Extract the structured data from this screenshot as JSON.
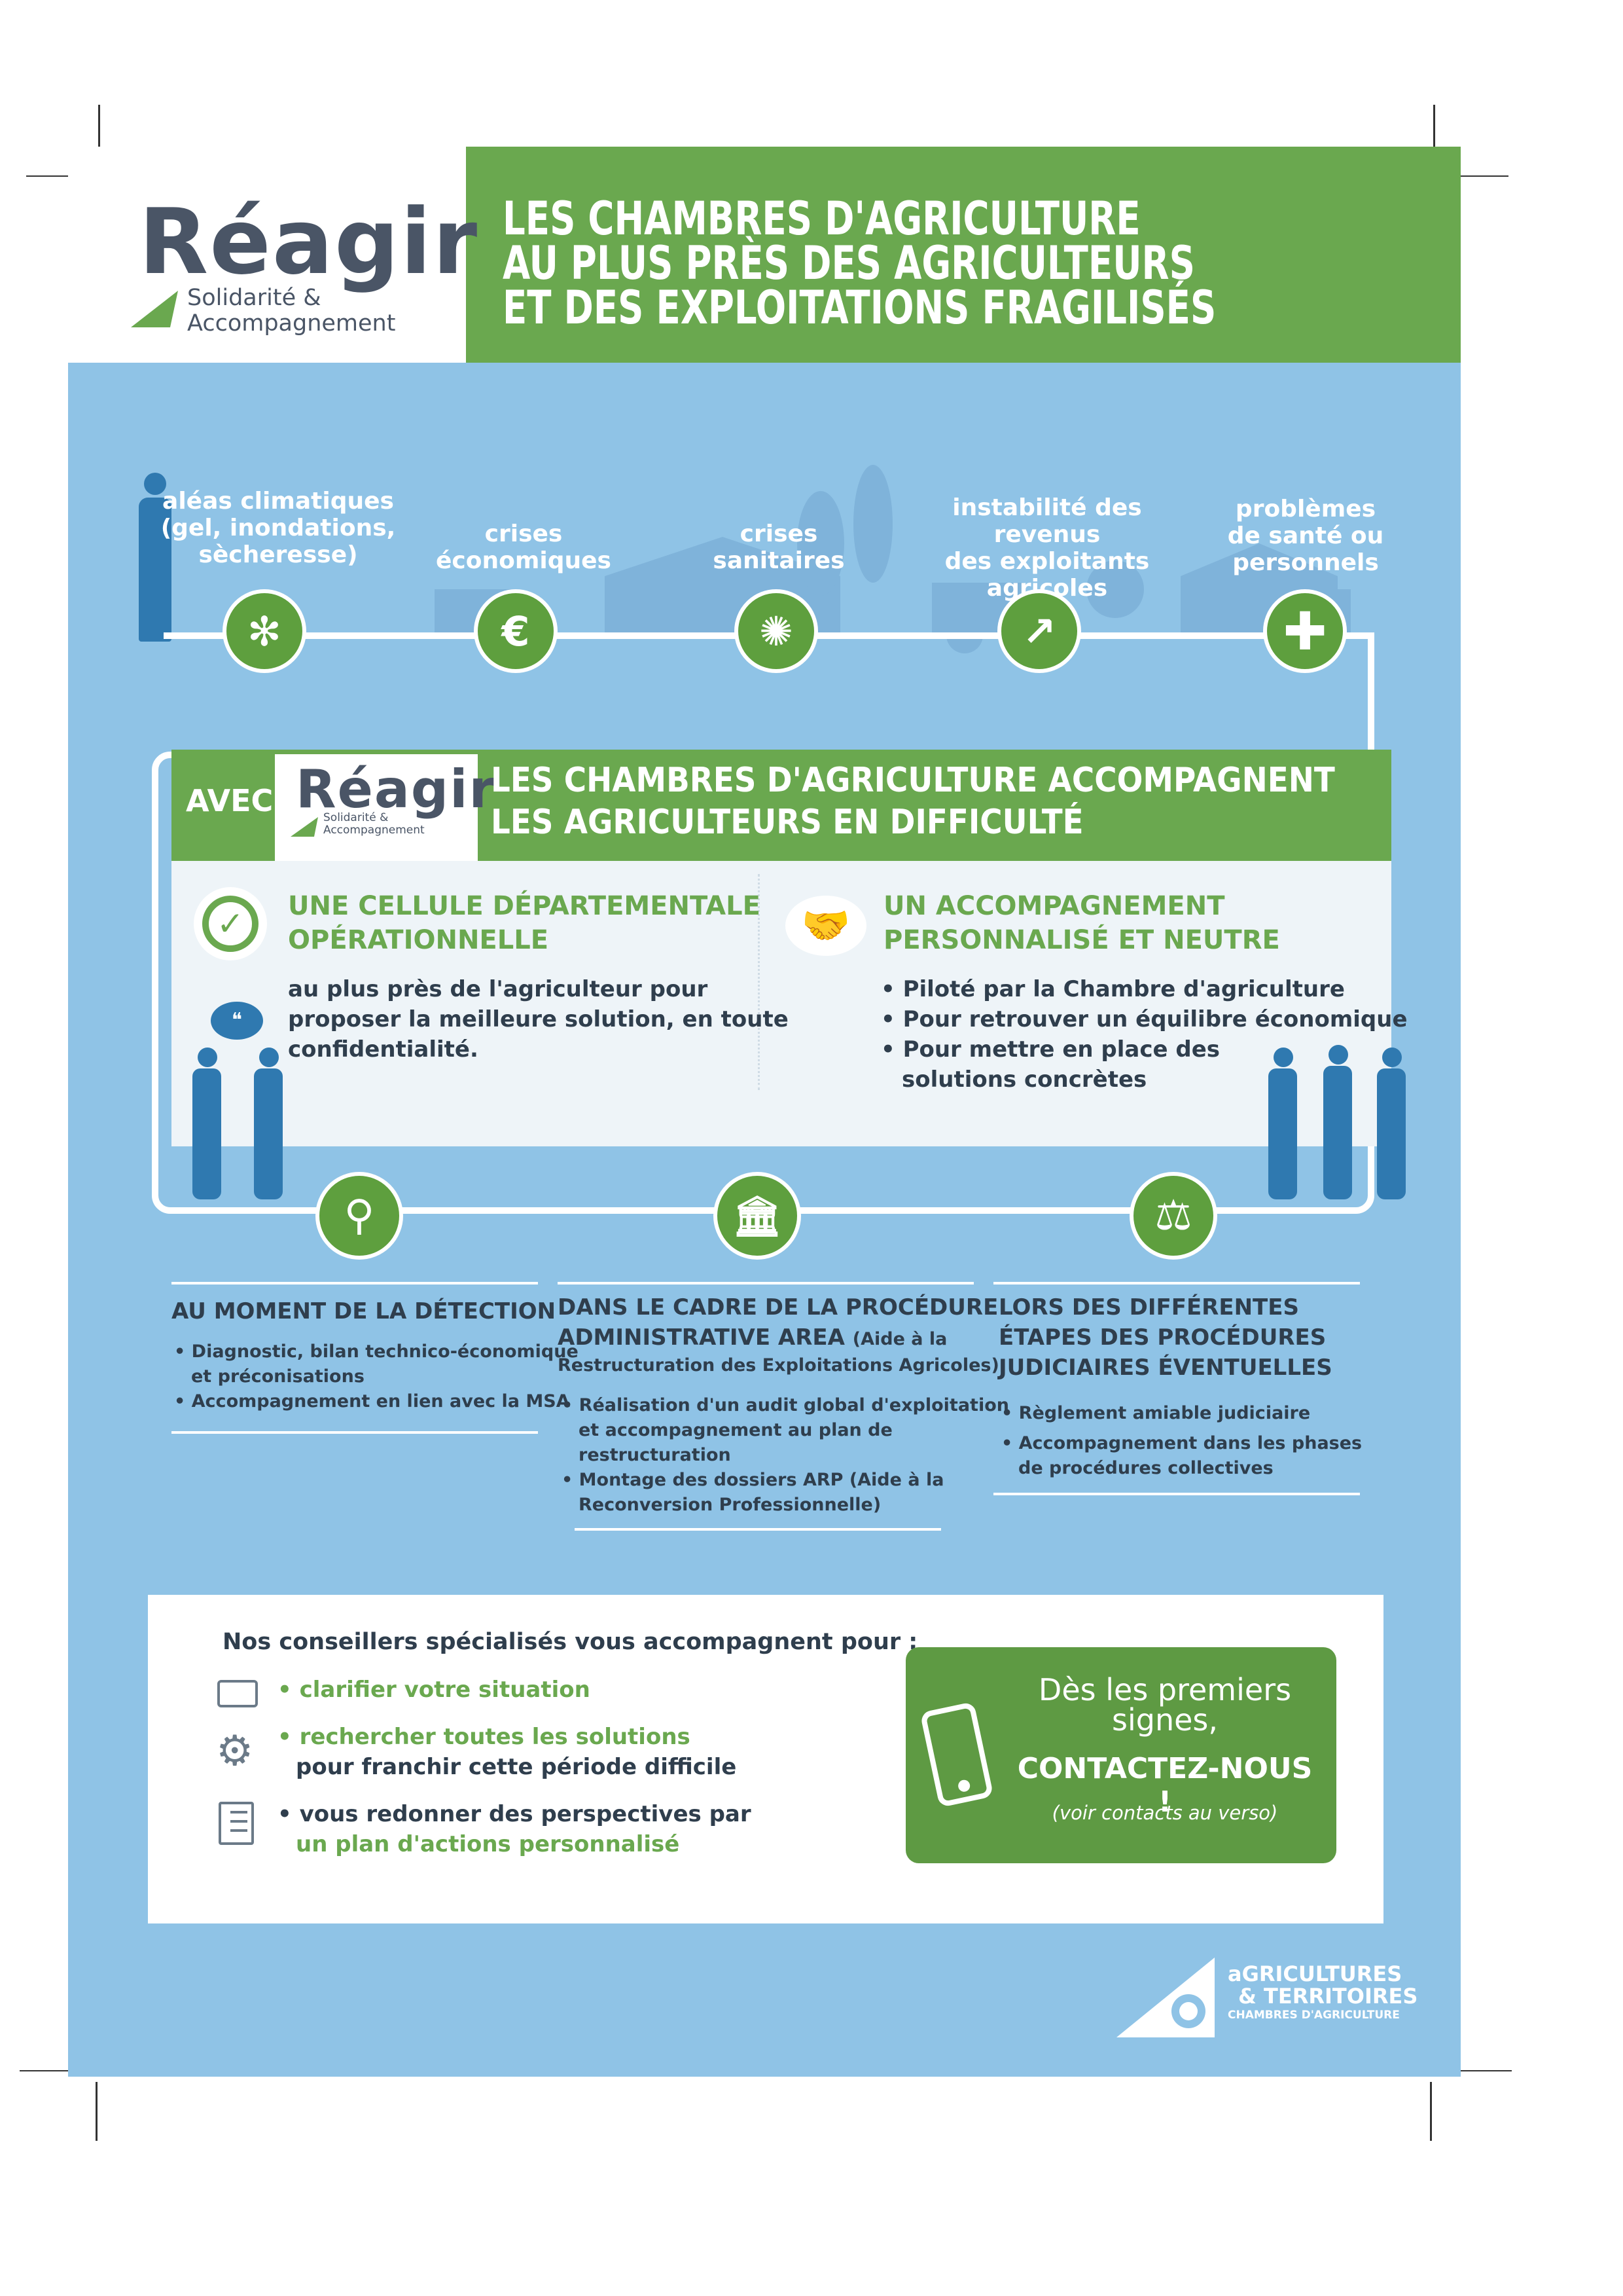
{
  "header": {
    "logo_word": "Réagir",
    "logo_sub_1": "Solidarité &",
    "logo_sub_2": "Accompagnement",
    "title_lines": [
      "LES CHAMBRES D'AGRICULTURE",
      "AU PLUS PRÈS DES AGRICULTEURS",
      "ET DES EXPLOITATIONS FRAGILISÉS"
    ]
  },
  "risks": [
    {
      "lines": [
        "aléas climatiques",
        "(gel, inondations,",
        "sècheresse)"
      ],
      "icon": "snowflake-icon"
    },
    {
      "lines": [
        "crises",
        "économiques"
      ],
      "icon": "euro-decline-icon"
    },
    {
      "lines": [
        "crises",
        "sanitaires"
      ],
      "icon": "virus-icon"
    },
    {
      "lines": [
        "instabilité des revenus",
        "des exploitants",
        "agricoles"
      ],
      "icon": "coins-chart-icon"
    },
    {
      "lines": [
        "problèmes",
        "de santé ou",
        "personnels"
      ],
      "icon": "medical-cross-icon"
    }
  ],
  "avec": {
    "label": "AVEC",
    "logo_word": "Réagir",
    "logo_sub_1": "Solidarité &",
    "logo_sub_2": "Accompagnement",
    "title_1": "LES CHAMBRES D'AGRICULTURE ACCOMPAGNENT",
    "title_2": "LES AGRICULTEURS EN DIFFICULTÉ"
  },
  "cellule": {
    "head_1": "UNE CELLULE DÉPARTEMENTALE",
    "head_2": "OPÉRATIONNELLE",
    "text_1": "au plus près de l'agriculteur pour",
    "text_2": "proposer la meilleure solution, en toute",
    "text_3": "confidentialité."
  },
  "accompagnement": {
    "head_1": "UN ACCOMPAGNEMENT",
    "head_2": "PERSONNALISÉ ET NEUTRE",
    "bullets": [
      "• Piloté par la Chambre d'agriculture",
      "• Pour retrouver un équilibre économique",
      "• Pour mettre en place des",
      "solutions concrètes"
    ]
  },
  "columns": [
    {
      "head": [
        "AU MOMENT DE LA DÉTECTION"
      ],
      "items": [
        "• Diagnostic, bilan technico-économique",
        "et préconisations",
        "• Accompagnement en lien avec la MSA"
      ]
    },
    {
      "head": [
        "DANS LE CADRE DE LA PROCÉDURE",
        "ADMINISTRATIVE AREA"
      ],
      "head_note_1": "(Aide à la",
      "head_note_2": "Restructuration des Exploitations Agricoles)",
      "items": [
        "• Réalisation d'un audit global d'exploitation",
        "et accompagnement au plan de",
        "restructuration",
        "• Montage des dossiers ARP (Aide à la",
        "Reconversion Professionnelle)"
      ]
    },
    {
      "head": [
        "LORS DES DIFFÉRENTES",
        "ÉTAPES DES PROCÉDURES",
        "JUDICIAIRES ÉVENTUELLES"
      ],
      "items": [
        "• Règlement amiable judiciaire",
        "• Accompagnement dans les phases",
        "de procédures collectives"
      ]
    }
  ],
  "advisors": {
    "head": "Nos conseillers spécialisés vous accompagnent pour :",
    "item_1": "• clarifier votre situation",
    "item_2_green": "• rechercher toutes les solutions",
    "item_2_dark": "pour franchir cette période difficile",
    "item_3_dark": "• vous redonner des perspectives par",
    "item_3_green": "un plan d'actions personnalisé"
  },
  "contact": {
    "line_1": "Dès les premiers",
    "line_2": "signes,",
    "line_3": "CONTACTEZ-NOUS !",
    "line_4": "(voir contacts au verso)"
  },
  "footer_logo": {
    "line_1": "aGRICULTURES",
    "line_2": "& TERRITOIRES",
    "line_3": "CHAMBRES D'AGRICULTURE"
  },
  "colors": {
    "green": "#6aa84f",
    "blue": "#8fc3e6",
    "dark": "#2f3e4d"
  }
}
